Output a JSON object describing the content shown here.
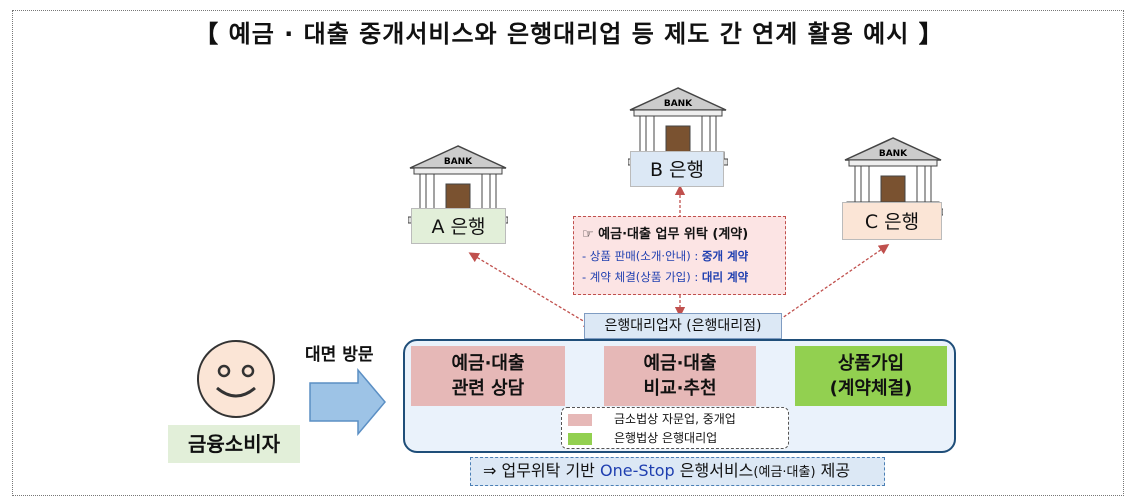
{
  "title": "【 예금 · 대출 중개서비스와 은행대리업 등 제도 간 연계 활용 예시 】",
  "banks": {
    "sign": "BANK",
    "a": "A 은행",
    "b": "B 은행",
    "c": "C 은행"
  },
  "contract": {
    "heading": "☞ 예금·대출 업무 위탁 (계약)",
    "line1_prefix": "- 상품 판매(소개·안내) : ",
    "line1_bold": "중개 계약",
    "line2_prefix": "- 계약 체결(상품 가입) : ",
    "line2_bold": "대리 계약"
  },
  "agent_tag": "은행대리업자 (은행대리점)",
  "steps": {
    "s1": "예금·대출\n관련 상담",
    "s2": "예금·대출\n비교·추천",
    "s3": "상품가입\n(계약체결)"
  },
  "legend": {
    "pink": "금소법상 자문업, 중개업",
    "green": "은행법상 은행대리업"
  },
  "bottom": {
    "prefix": "⇒ 업무위탁 기반 ",
    "onestop": "One-Stop",
    "mid": " 은행서비스",
    "small": "(예금·대출)",
    "suffix": " 제공"
  },
  "consumer": "금융소비자",
  "visit": "대면 방문",
  "colors": {
    "pink_step": "#e6b8b7",
    "green_step": "#92d050",
    "arrow_pink": "#f2a5a5",
    "visit_arrow": "#9dc3e6",
    "dashed_arrow": "#c0504d",
    "main_border": "#1f4e79"
  }
}
